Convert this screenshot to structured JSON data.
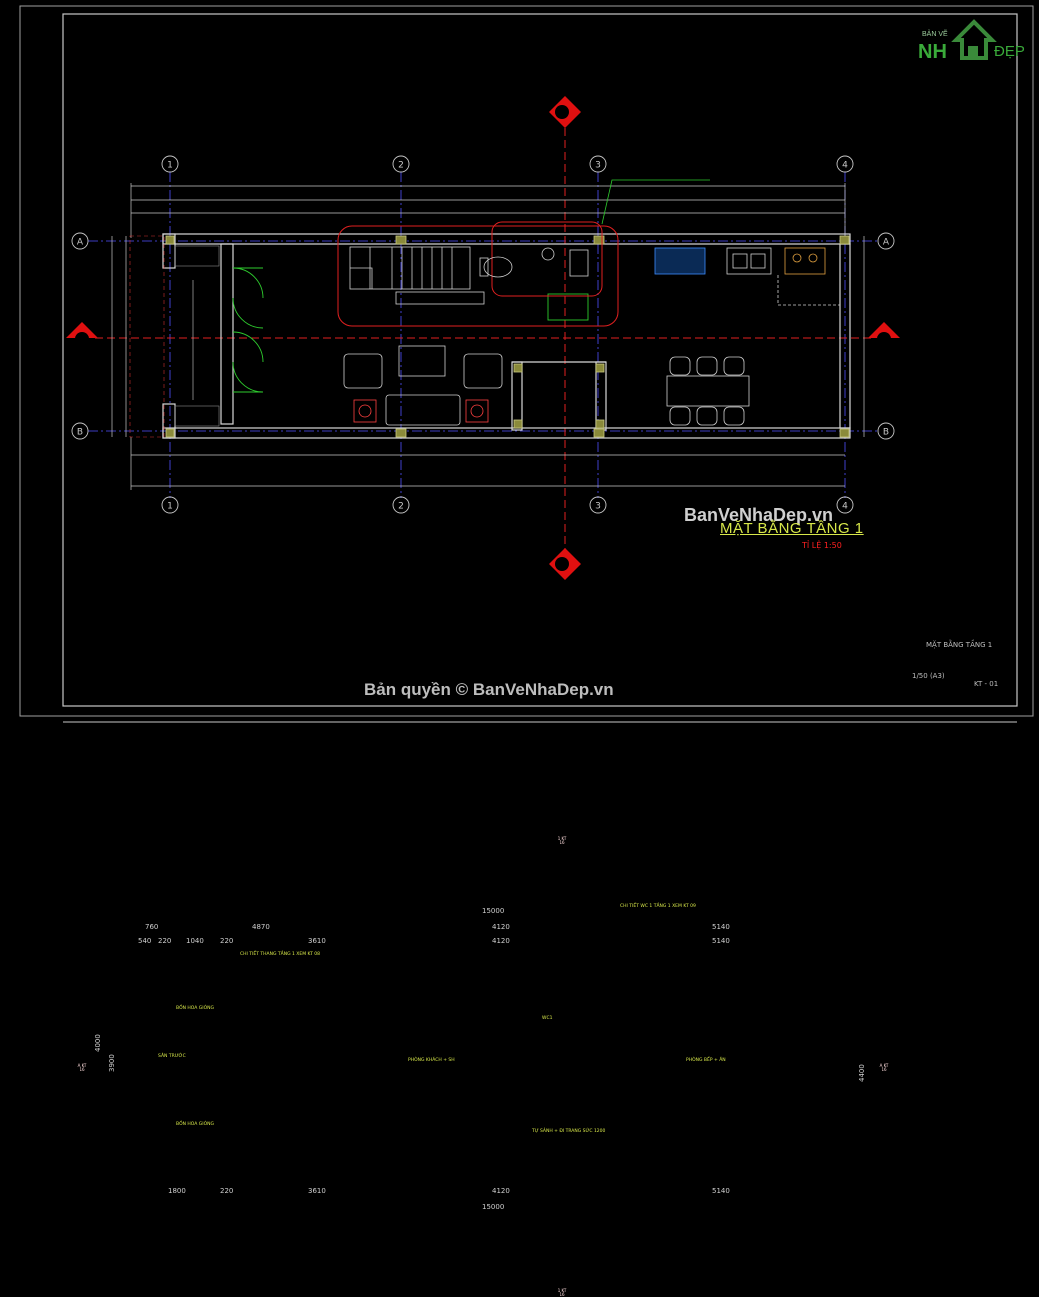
{
  "drawing": {
    "title": "MẶT BẰNG TẦNG 1",
    "scale": "TỈ LỆ 1:50",
    "watermark_top": "BanVeNhaDep.vn",
    "watermark_bottom": "Bản quyền © BanVeNhaDep.vn",
    "logo": {
      "top_text": "BẢN VẼ",
      "left_text": "NH",
      "right_text": "ĐẸP"
    },
    "title_block": {
      "sheet_name": "MẶT BẰNG TẦNG 1",
      "paper": "1/50 (A3)",
      "sheet_no": "KT - 01"
    }
  },
  "grid": {
    "columns": [
      "1",
      "2",
      "3",
      "4"
    ],
    "rows": [
      "A",
      "B"
    ]
  },
  "dimensions": {
    "top_total": "15000",
    "top_row1": [
      "760",
      "4870",
      "4120",
      "5140"
    ],
    "top_row2": [
      "540",
      "220",
      "1040",
      "220",
      "3610",
      "4120",
      "5140"
    ],
    "bottom_row1": [
      "1800",
      "220",
      "3610",
      "4120",
      "5140"
    ],
    "bottom_total": "15000",
    "left": [
      "4000",
      "3900"
    ],
    "right": "4400"
  },
  "section_marks": {
    "top": "1 KT 16",
    "bottom": "1 KT 16",
    "left": "A KT 16",
    "right": "A KT 16"
  },
  "room_labels": [
    "SÂN TRƯỚC",
    "BỒN HOA GIÓNG",
    "BỒN HOA GIÓNG",
    "PHÒNG KHÁCH + SH",
    "WC1",
    "TỰ SẢNH + ĐI TRANG SỨC 1200",
    "PHÒNG BẾP + ĂN",
    "CHI TIẾT THANG TẦNG 1 XEM KT 08",
    "CHI TIẾT WC 1 TẦNG 1 XEM KT 09"
  ]
}
